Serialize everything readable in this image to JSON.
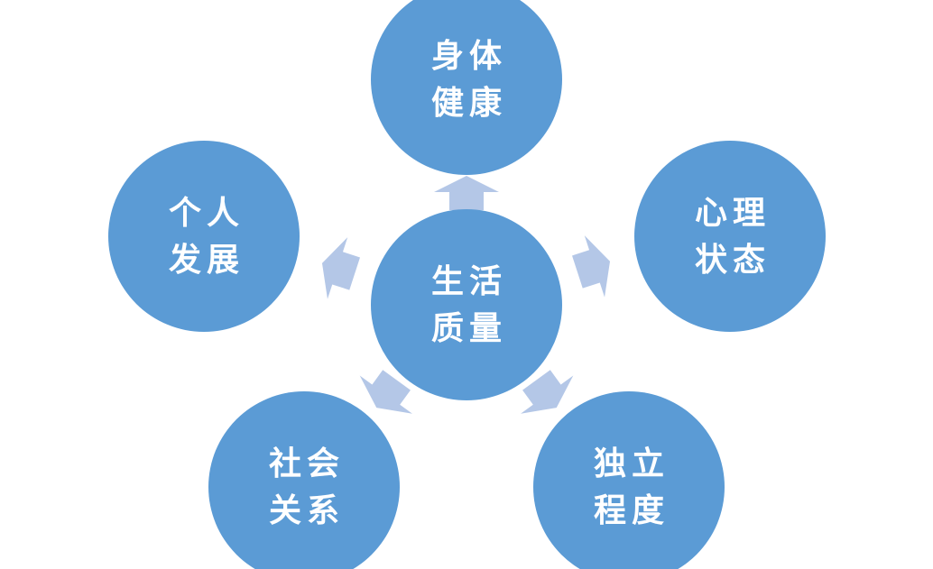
{
  "center": {
    "line1": "生活",
    "line2": "质量"
  },
  "nodes": {
    "physical": {
      "line1": "身体",
      "line2": "健康"
    },
    "psychological": {
      "line1": "心理",
      "line2": "状态"
    },
    "independence": {
      "line1": "独立",
      "line2": "程度"
    },
    "social": {
      "line1": "社会",
      "line2": "关系"
    },
    "personal": {
      "line1": "个人",
      "line2": "发展"
    }
  },
  "colors": {
    "node_fill": "#5b9bd5",
    "arrow_fill": "#b4c7e7",
    "text": "#ffffff",
    "background": "#ffffff"
  }
}
